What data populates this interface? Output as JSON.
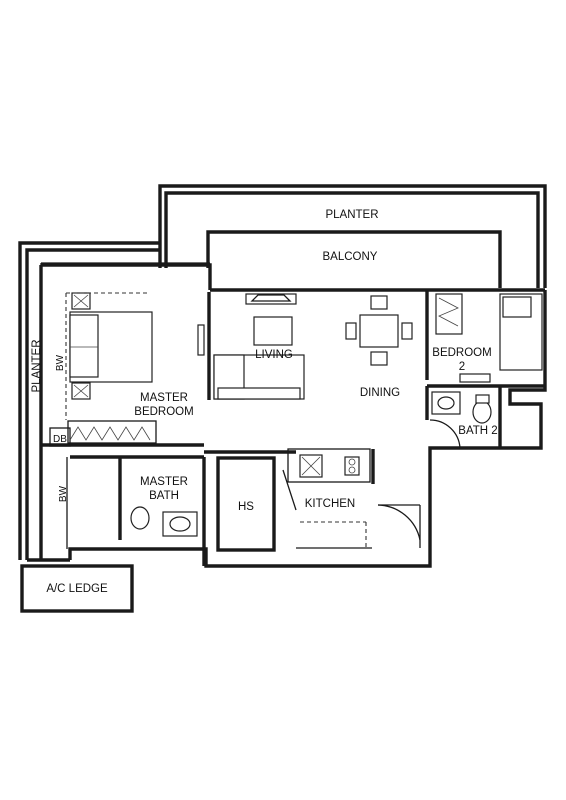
{
  "rooms": {
    "planter_top": "PLANTER",
    "balcony": "BALCONY",
    "planter_left": "PLANTER",
    "bw_upper": "BW",
    "living": "LIVING",
    "dining": "DINING",
    "bedroom2_line1": "BEDROOM",
    "bedroom2_line2": "2",
    "master_bedroom_line1": "MASTER",
    "master_bedroom_line2": "BEDROOM",
    "db": "DB",
    "bath2": "BATH 2",
    "bw_lower": "BW",
    "master_bath_line1": "MASTER",
    "master_bath_line2": "BATH",
    "hs": "HS",
    "kitchen": "KITCHEN",
    "ac_ledge": "A/C LEDGE"
  }
}
